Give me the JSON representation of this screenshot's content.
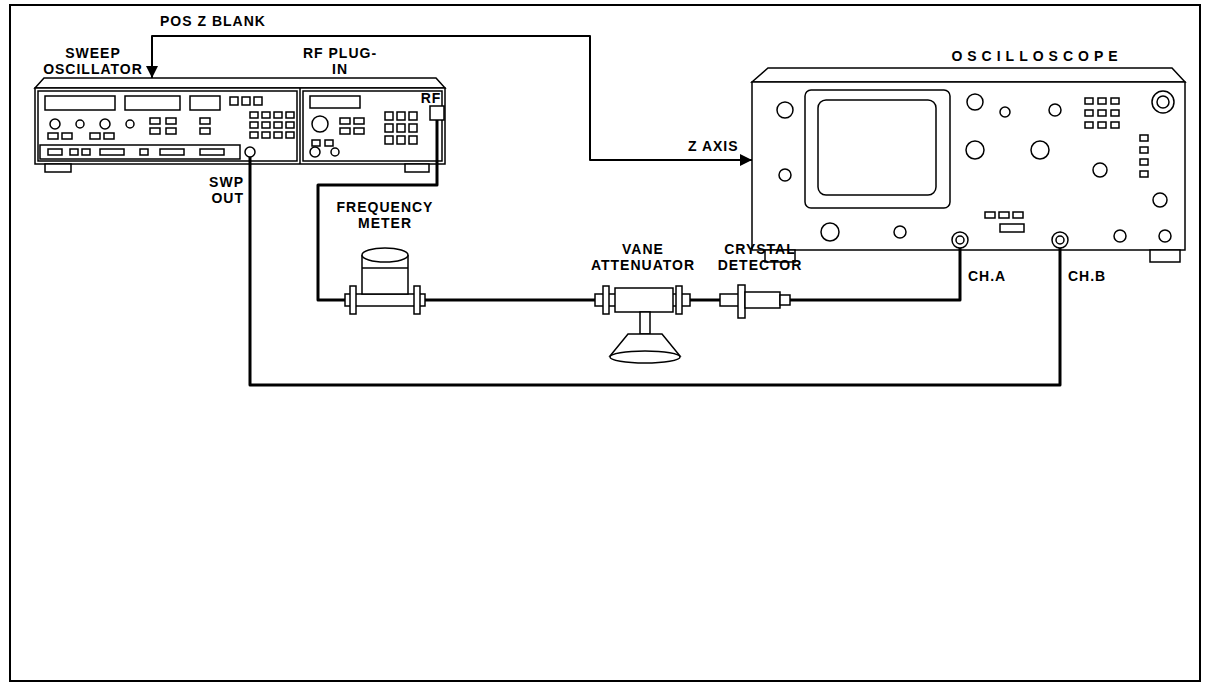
{
  "diagram": {
    "nodes": [
      {
        "text": [
          "SWEEP OSCILLATOR"
        ]
      },
      {
        "text": [
          "RF PLUG-IN",
          "RF"
        ],
        "in": 0
      },
      {
        "text": [
          "OSCILLOSCOPE"
        ]
      },
      {
        "text": [
          "FREQUENCY METER"
        ]
      },
      {
        "text": [
          "VANE ATTENUATOR"
        ]
      },
      {
        "text": [
          "CRYSTAL DETECTOR"
        ]
      }
    ],
    "edges": [
      {
        "from": 1,
        "to": 3,
        "arrow": "none"
      },
      {
        "from": 3,
        "to": 4,
        "arrow": "none"
      },
      {
        "from": 4,
        "to": 5,
        "arrow": "none"
      },
      {
        "from": 5,
        "to": 2,
        "arrow": "none"
      },
      {
        "from": 0,
        "to": 2,
        "arrow": "none"
      },
      {
        "from": 0,
        "to": 2,
        "arrow": "both"
      }
    ],
    "labels": [
      "POS Z BLANK",
      "Z AXIS",
      "SWP OUT",
      "CH.A",
      "CH.B"
    ]
  }
}
